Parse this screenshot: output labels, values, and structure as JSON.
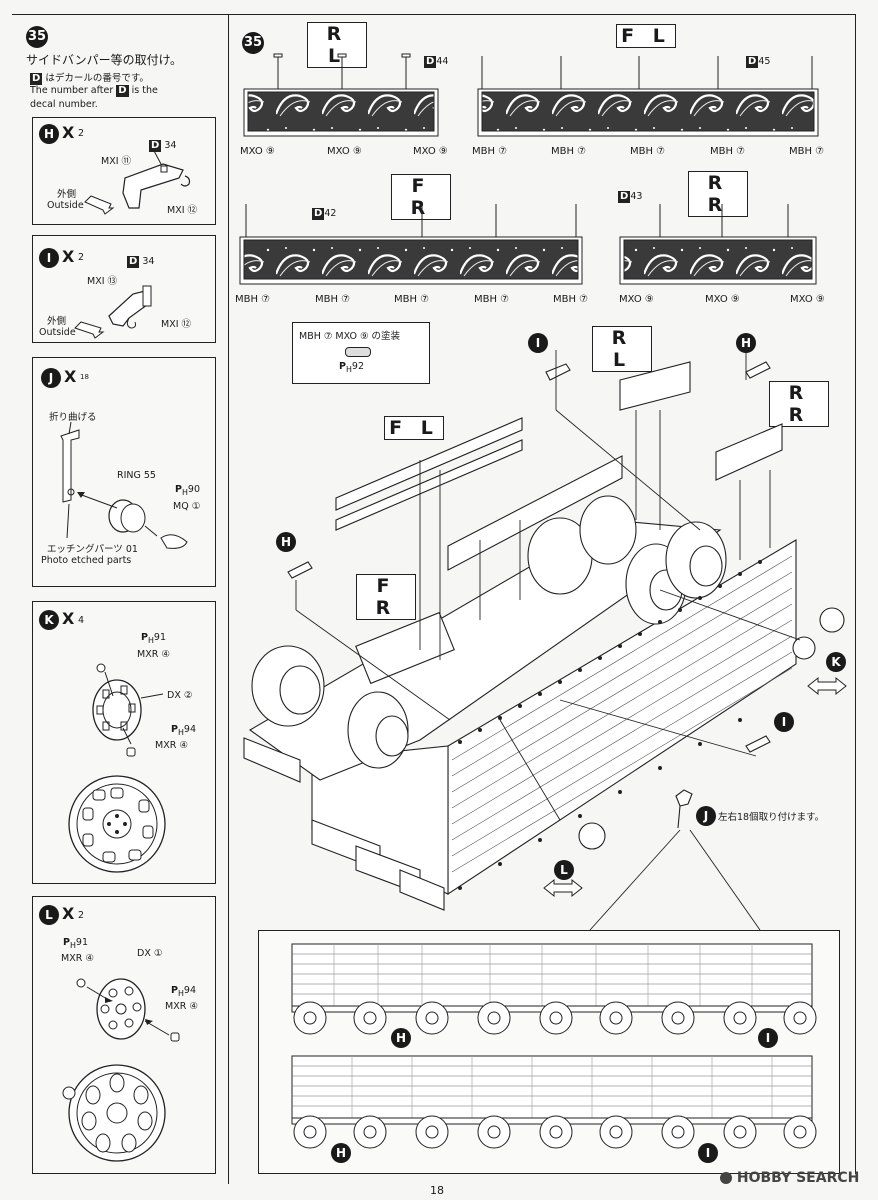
{
  "step": {
    "number": "35",
    "title": "サイドバンパー等の取付け。"
  },
  "decal_note": {
    "d_badge": "D",
    "jp": "はデカールの番号です。",
    "en1": "The number after",
    "en2": "is the",
    "en3": "decal number."
  },
  "panel_h": {
    "letter": "H",
    "times": "X",
    "count": "2",
    "decal": "34",
    "part1": "MXI ⑪",
    "part2": "MXI ⑫",
    "outside_jp": "外側",
    "outside_en": "Outside"
  },
  "panel_i": {
    "letter": "I",
    "times": "X",
    "count": "2",
    "decal": "34",
    "part1": "MXI ⑬",
    "part2": "MXI ⑫",
    "outside_jp": "外側",
    "outside_en": "Outside"
  },
  "panel_j": {
    "letter": "J",
    "times": "X",
    "count": "18",
    "fold": "折り曲げる",
    "ring": "RING 55",
    "ph": "90",
    "mq": "MQ ①",
    "etch_jp": "エッチングパーツ 01",
    "etch_en": "Photo etched parts"
  },
  "panel_k": {
    "letter": "K",
    "times": "X",
    "count": "4",
    "ph1": "91",
    "mxr1": "MXR ④",
    "dx": "DX ②",
    "ph2": "94",
    "mxr2": "MXR ④"
  },
  "panel_l": {
    "letter": "L",
    "times": "X",
    "count": "2",
    "ph1": "91",
    "mxr1": "MXR ④",
    "dx": "DX ①",
    "ph2": "94",
    "mxr2": "MXR ④"
  },
  "bumpers": {
    "rl": {
      "label": "R L",
      "decal": "44",
      "parts": [
        "MXO ⑨",
        "MXO ⑨",
        "MXO ⑨"
      ]
    },
    "fl": {
      "label": "F L",
      "decal": "45",
      "parts": [
        "MBH ⑦",
        "MBH ⑦",
        "MBH ⑦",
        "MBH ⑦",
        "MBH ⑦"
      ]
    },
    "fr": {
      "label": "F R",
      "decal": "42",
      "parts": [
        "MBH ⑦",
        "MBH ⑦",
        "MBH ⑦",
        "MBH ⑦",
        "MBH ⑦"
      ]
    },
    "rr": {
      "label": "R R",
      "decal": "43",
      "parts": [
        "MXO ⑨",
        "MXO ⑨",
        "MXO ⑨"
      ]
    }
  },
  "paint_note": {
    "line1": "MBH ⑦ MXO ⑨ の塗装",
    "ph": "92"
  },
  "assembly": {
    "labels": {
      "rl": "R L",
      "rr": "R R",
      "fl": "F L",
      "fr": "F R"
    },
    "letters": {
      "i": "I",
      "h": "H",
      "k": "K",
      "l": "L",
      "j": "J"
    },
    "j_note": "左右18個取り付けます。"
  },
  "side_views": {
    "h": "H",
    "i": "I"
  },
  "page_number": "18",
  "watermark": "HOBBY SEARCH",
  "colors": {
    "ink": "#1a1a1a",
    "paper": "#f6f6f4",
    "panel": "#f8f8f6"
  }
}
